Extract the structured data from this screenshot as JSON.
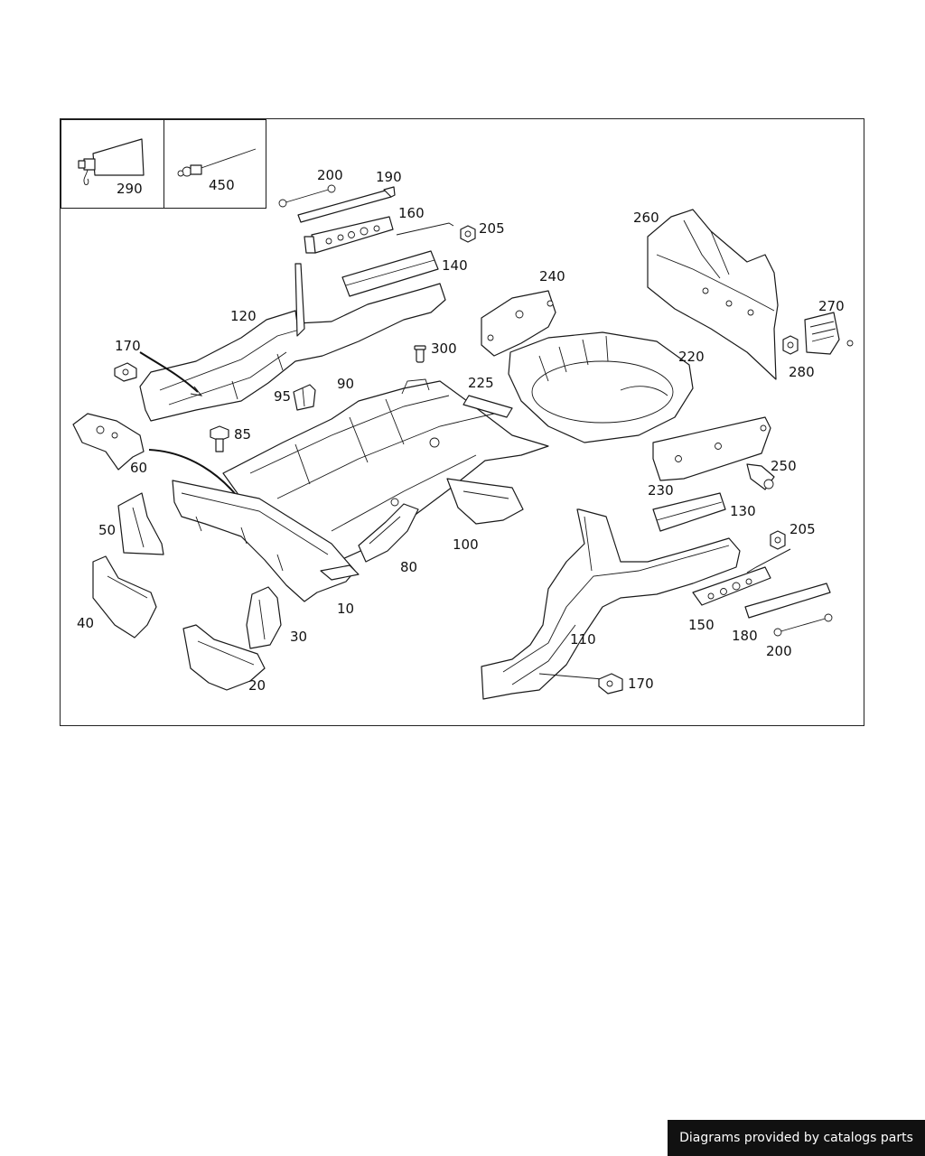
{
  "callouts": {
    "c290": "290",
    "c450": "450",
    "c200a": "200",
    "c190": "190",
    "c160": "160",
    "c205a": "205",
    "c140": "140",
    "c120": "120",
    "c170a": "170",
    "c300": "300",
    "c95": "95",
    "c90": "90",
    "c85": "85",
    "c60": "60",
    "c50": "50",
    "c40": "40",
    "c30": "30",
    "c20": "20",
    "c10": "10",
    "c80": "80",
    "c100": "100",
    "c225": "225",
    "c240": "240",
    "c220": "220",
    "c260": "260",
    "c270": "270",
    "c280": "280",
    "c230": "230",
    "c250": "250",
    "c130": "130",
    "c205b": "205",
    "c110": "110",
    "c150": "150",
    "c180": "180",
    "c200b": "200",
    "c170b": "170"
  },
  "footer": {
    "text": "Diagrams provided by catalogs parts"
  },
  "colors": {
    "line": "#1a1a1a",
    "badge_bg": "#111111",
    "badge_text": "#ffffff"
  }
}
